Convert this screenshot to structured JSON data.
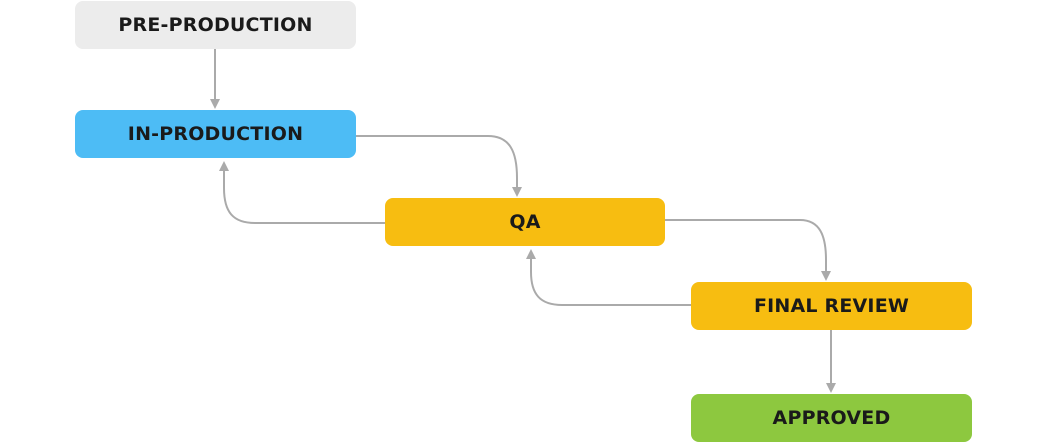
{
  "nodes": {
    "pre_production": {
      "label": "PRE-PRODUCTION",
      "color": "#ececec"
    },
    "in_production": {
      "label": "IN-PRODUCTION",
      "color": "#4dbcf5"
    },
    "qa": {
      "label": "QA",
      "color": "#f7bd11"
    },
    "final_review": {
      "label": "FINAL REVIEW",
      "color": "#f7bd11"
    },
    "approved": {
      "label": "APPROVED",
      "color": "#8dc83f"
    }
  },
  "connector_color": "#aaaaaa"
}
